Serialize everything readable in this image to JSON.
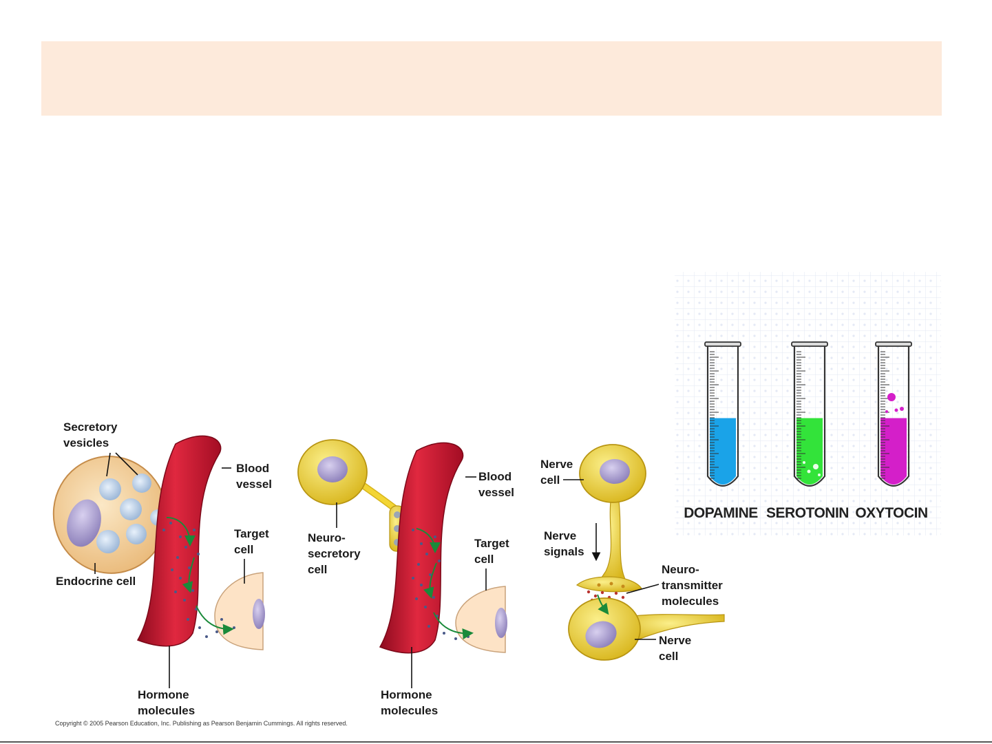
{
  "panels": [
    {
      "labels": {
        "secretory_vesicles_1": "Secretory",
        "secretory_vesicles_2": "vesicles",
        "blood_vessel_1": "Blood",
        "blood_vessel_2": "vessel",
        "target_cell_1": "Target",
        "target_cell_2": "cell",
        "endocrine_cell": "Endocrine cell",
        "hormone_1": "Hormone",
        "hormone_2": "molecules"
      }
    },
    {
      "labels": {
        "neurosecretory_1": "Neuro-",
        "neurosecretory_2": "secretory",
        "neurosecretory_3": "cell",
        "blood_vessel_1": "Blood",
        "blood_vessel_2": "vessel",
        "target_cell_1": "Target",
        "target_cell_2": "cell",
        "hormone_1": "Hormone",
        "hormone_2": "molecules"
      }
    },
    {
      "labels": {
        "nerve_cell_top_1": "Nerve",
        "nerve_cell_top_2": "cell",
        "nerve_signals_1": "Nerve",
        "nerve_signals_2": "signals",
        "neurotransmitter_1": "Neuro-",
        "neurotransmitter_2": "transmitter",
        "neurotransmitter_3": "molecules",
        "nerve_cell_bottom_1": "Nerve",
        "nerve_cell_bottom_2": "cell"
      }
    }
  ],
  "copyright": "Copyright © 2005 Pearson Education, Inc. Publishing as Pearson Benjamin Cummings. All rights reserved.",
  "tubes": [
    {
      "label": "DOPAMINE",
      "color": "#1aa3e8",
      "fill_fraction": 0.5
    },
    {
      "label": "SEROTONIN",
      "color": "#33e33a",
      "fill_fraction": 0.5
    },
    {
      "label": "OXYTOCIN",
      "color": "#d41fc9",
      "fill_fraction": 0.5
    }
  ],
  "colors": {
    "title_band": "#fdeadb",
    "blood": "#c8102e",
    "endocrine_cell": "#f6d9a8",
    "neuron": "#f3d534",
    "target_cell": "#fde3c6",
    "arrow": "#1a8a3a"
  }
}
